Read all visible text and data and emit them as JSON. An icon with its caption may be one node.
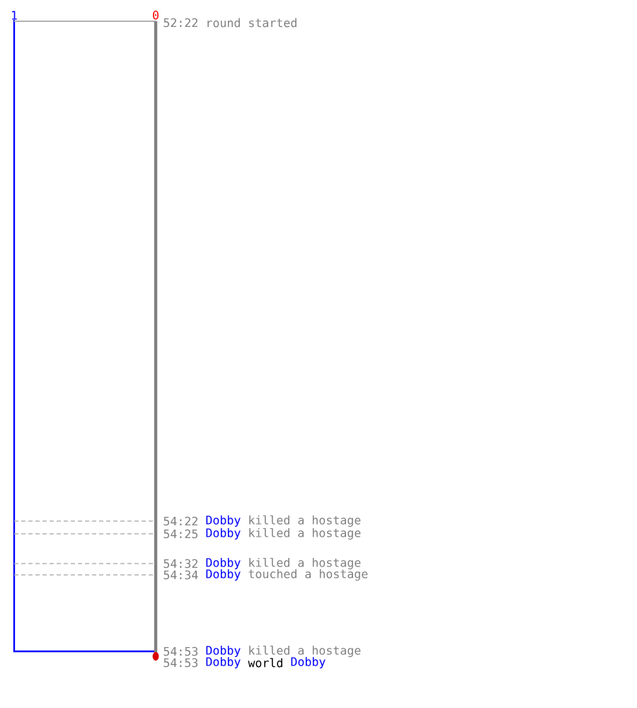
{
  "diagram": {
    "labels": [
      "1",
      "0",
      "52:22",
      "round started",
      "54:22",
      "Dobby",
      "killed a hostage",
      "54:25",
      "Dobby",
      "killed a hostage",
      "54:32",
      "Dobby",
      "killed a hostage",
      "54:34",
      "Dobby",
      "touched a hostage",
      "54:53",
      "Dobby",
      "killed a hostage",
      "54:53",
      "Dobby",
      "world",
      "Dobby"
    ]
  }
}
